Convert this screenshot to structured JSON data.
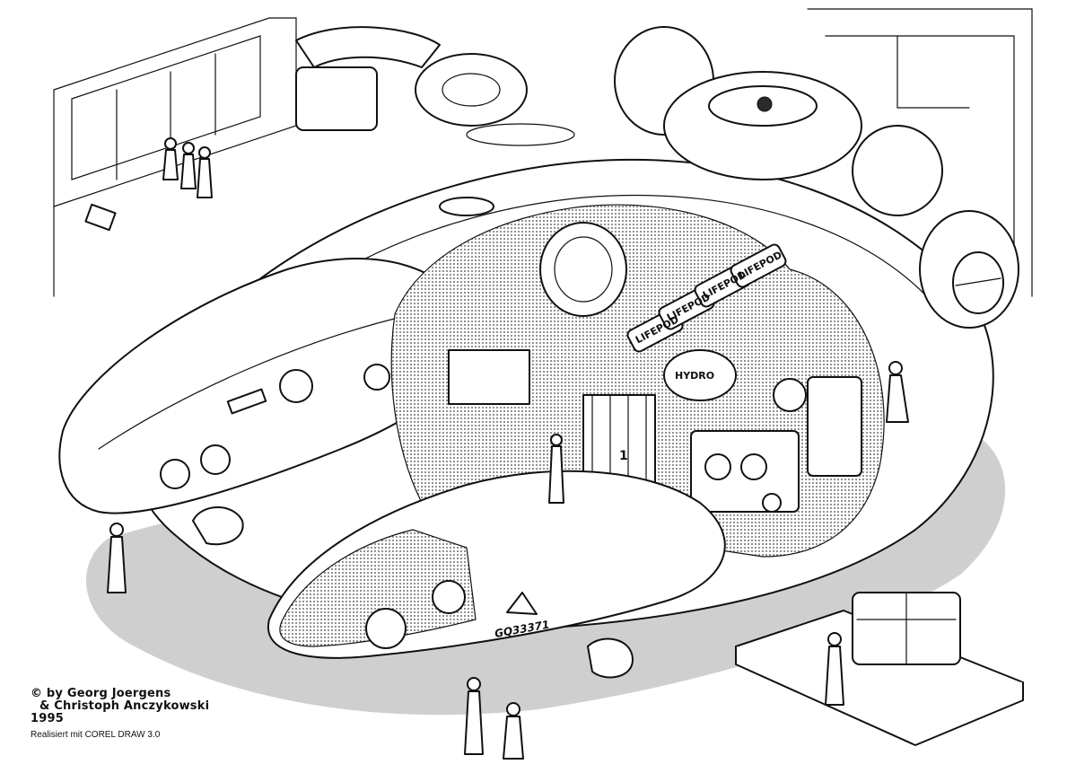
{
  "credits": {
    "line1": "© by Georg Joergens",
    "line2": "& Christoph Anczykowski",
    "year": "1995",
    "software": "Realisiert mit COREL DRAW 3.0"
  },
  "labels": {
    "lifepod_1": "LIFEPOD",
    "lifepod_2": "LIFEPOD",
    "lifepod_3": "LIFEPOD",
    "lifepod_4": "LIFEPOD",
    "hydro": "HYDRO",
    "hull_code": "GQ33371",
    "deck_number": "1"
  },
  "colors": {
    "ink": "#111111",
    "paper": "#ffffff",
    "shadow": "#cfcfcf"
  }
}
